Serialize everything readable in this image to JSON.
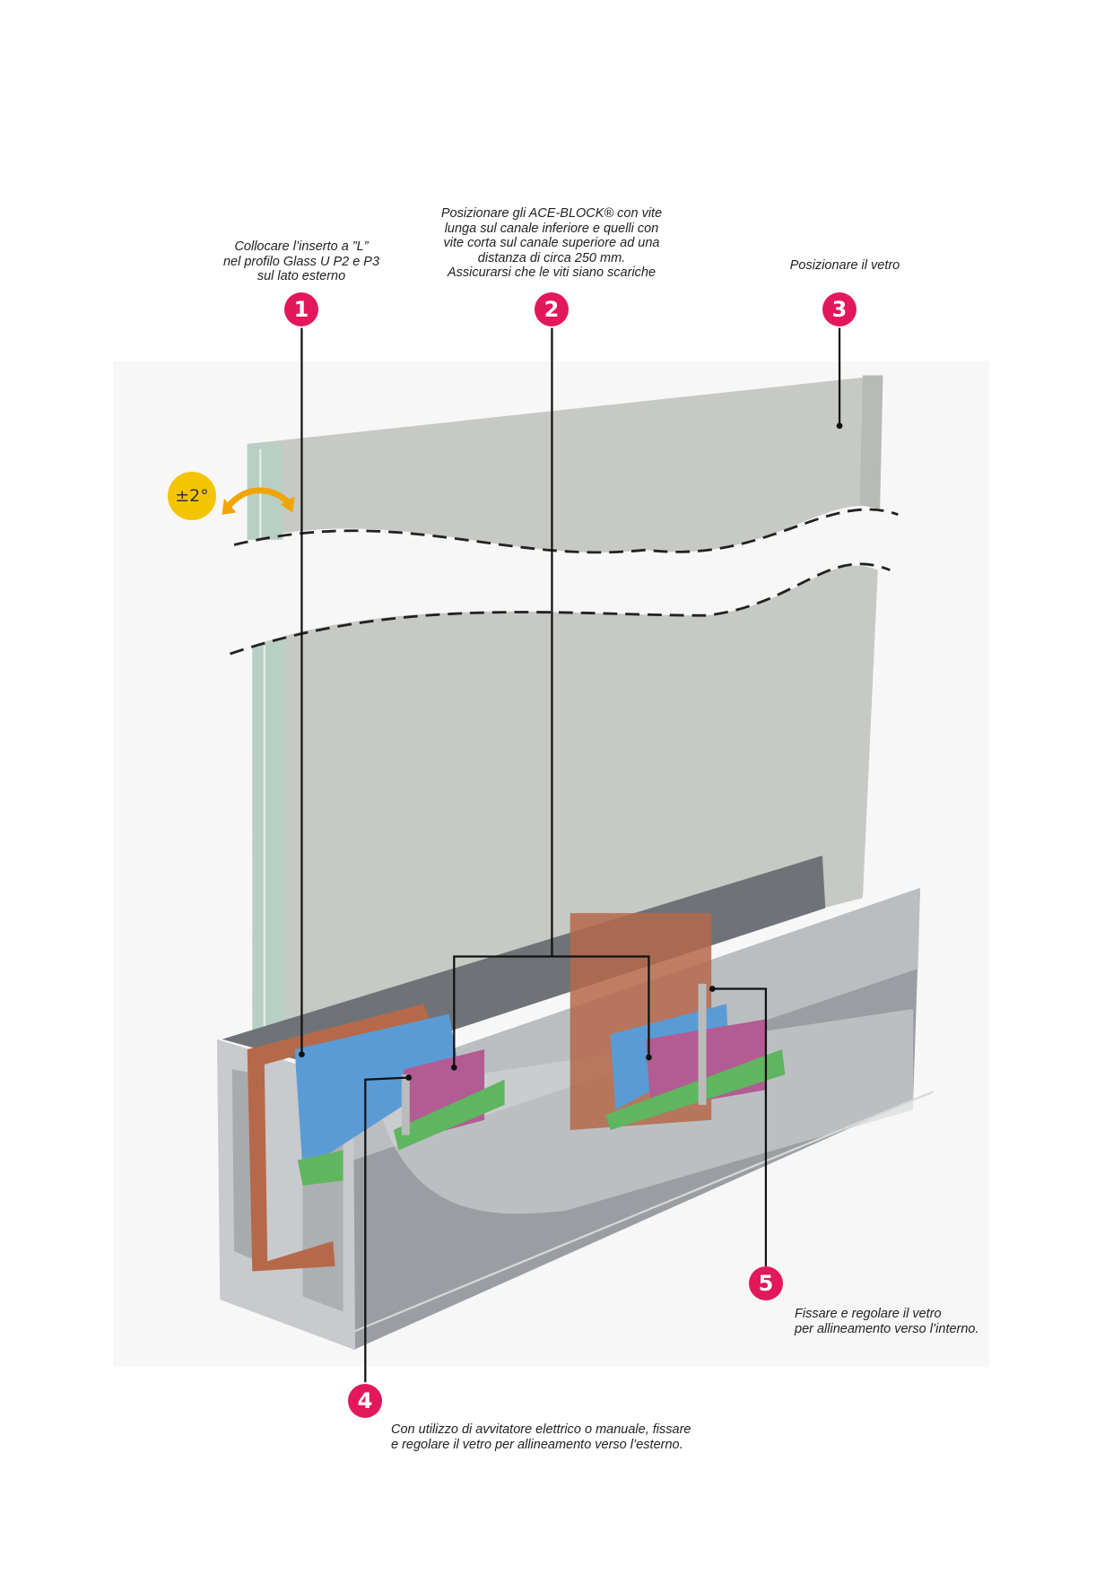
{
  "colors": {
    "step_badge": "#e2185b",
    "tilt_badge": "#f5c400",
    "glass": "#c6c9c4",
    "profile": "#8a8e92",
    "insert": "#b5694a",
    "block": "#5b9bd5",
    "wedge": "#b25c93",
    "clip": "#5fb560"
  },
  "steps": [
    {
      "number": "1",
      "text": "Collocare l’inserto a ”L”\nnel profilo Glass U P2 e P3\nsul lato esterno"
    },
    {
      "number": "2",
      "text": "Posizionare gli ACE-BLOCK® con vite\nlunga sul canale inferiore e quelli con\nvite corta sul canale superiore ad una\ndistanza di circa 250 mm.\nAssicurarsi che le viti siano scariche"
    },
    {
      "number": "3",
      "text": "Posizionare il vetro"
    },
    {
      "number": "4",
      "text": "Con utilizzo di avvitatore elettrico o manuale, fissare\ne regolare il vetro per allineamento verso l’esterno."
    },
    {
      "number": "5",
      "text": "Fissare e regolare il vetro\nper allineamento verso l’interno."
    }
  ],
  "tilt_label": "±2°"
}
